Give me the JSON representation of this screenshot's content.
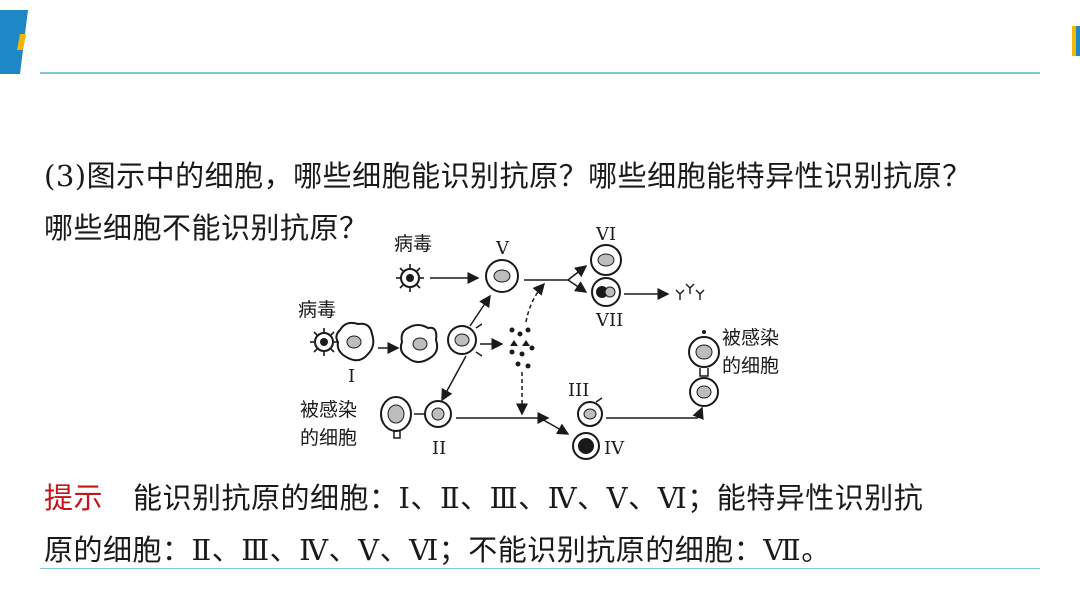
{
  "question": {
    "line1": "(3)图示中的细胞，哪些细胞能识别抗原？哪些细胞能特异性识别抗原？",
    "line2": "哪些细胞不能识别抗原？"
  },
  "diagram": {
    "virus_label_top": "病毒",
    "virus_label_left": "病毒",
    "infected_label_right": [
      "被感染",
      "的细胞"
    ],
    "infected_label_left": [
      "被感染",
      "的细胞"
    ],
    "cell_labels": {
      "I": "I",
      "II": "II",
      "III": "III",
      "IV": "IV",
      "V": "V",
      "VI": "VI",
      "VII": "VII"
    }
  },
  "answer": {
    "label": "提示",
    "line1": "能识别抗原的细胞：Ⅰ、Ⅱ、Ⅲ、Ⅳ、Ⅴ、Ⅵ；能特异性识别抗",
    "line2": "原的细胞：Ⅱ、Ⅲ、Ⅳ、Ⅴ、Ⅵ；不能识别抗原的细胞：Ⅶ。"
  },
  "colors": {
    "accent_line": "#7fc6d6",
    "corner_blue": "#1e88c7",
    "corner_yellow": "#f2b705",
    "hint_red": "#c3151b"
  }
}
